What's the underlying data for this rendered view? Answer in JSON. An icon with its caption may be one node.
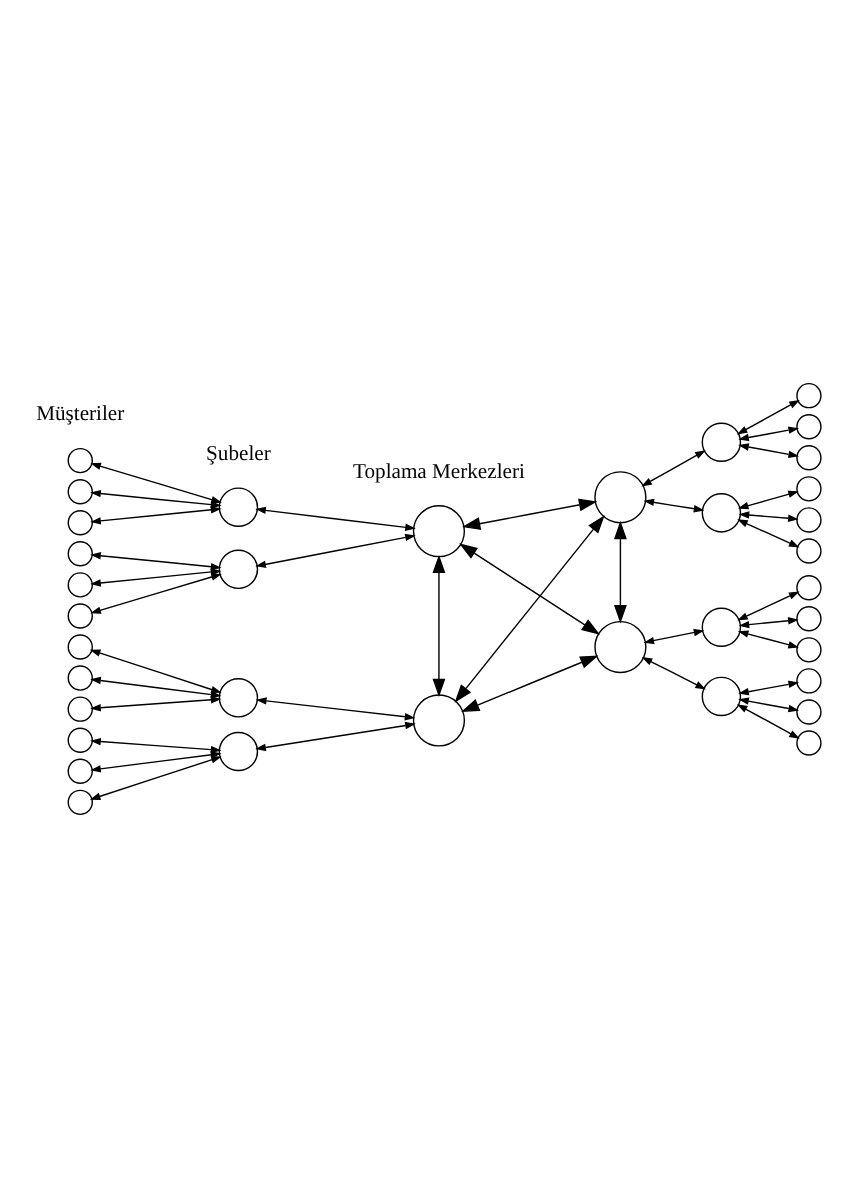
{
  "diagram": {
    "nodes": [
      {
        "text": [],
        "shape": "circle"
      },
      {
        "text": [],
        "shape": "circle"
      },
      {
        "text": [],
        "shape": "circle"
      },
      {
        "text": [],
        "shape": "circle"
      },
      {
        "text": [],
        "shape": "circle"
      },
      {
        "text": [],
        "shape": "circle"
      },
      {
        "text": [],
        "shape": "circle"
      },
      {
        "text": [],
        "shape": "circle"
      },
      {
        "text": [],
        "shape": "circle"
      },
      {
        "text": [],
        "shape": "circle"
      },
      {
        "text": [],
        "shape": "circle"
      },
      {
        "text": [],
        "shape": "circle"
      },
      {
        "text": [],
        "shape": "circle"
      },
      {
        "text": [],
        "shape": "circle"
      },
      {
        "text": [],
        "shape": "circle"
      },
      {
        "text": [],
        "shape": "circle"
      },
      {
        "text": [],
        "shape": "circle"
      },
      {
        "text": [],
        "shape": "circle"
      },
      {
        "text": [],
        "shape": "circle"
      },
      {
        "text": [],
        "shape": "circle"
      },
      {
        "text": [],
        "shape": "circle"
      },
      {
        "text": [],
        "shape": "circle"
      },
      {
        "text": [],
        "shape": "circle"
      },
      {
        "text": [],
        "shape": "circle"
      },
      {
        "text": [],
        "shape": "circle"
      },
      {
        "text": [],
        "shape": "circle"
      },
      {
        "text": [],
        "shape": "circle"
      },
      {
        "text": [],
        "shape": "circle"
      },
      {
        "text": [],
        "shape": "circle"
      },
      {
        "text": [],
        "shape": "circle"
      },
      {
        "text": [],
        "shape": "circle"
      },
      {
        "text": [],
        "shape": "circle"
      },
      {
        "text": [],
        "shape": "circle"
      },
      {
        "text": [],
        "shape": "circle"
      },
      {
        "text": [],
        "shape": "circle"
      },
      {
        "text": [],
        "shape": "circle"
      }
    ],
    "edges": [
      {
        "from": 0,
        "to": 3,
        "arrow": "both"
      },
      {
        "from": 1,
        "to": 3,
        "arrow": "both"
      },
      {
        "from": 2,
        "to": 3,
        "arrow": "both"
      },
      {
        "from": 3,
        "to": 8,
        "arrow": "both"
      },
      {
        "from": 9,
        "to": 4,
        "arrow": "both"
      },
      {
        "from": 4,
        "to": 5,
        "arrow": "both"
      },
      {
        "from": 4,
        "to": 6,
        "arrow": "both"
      },
      {
        "from": 4,
        "to": 7,
        "arrow": "both"
      },
      {
        "from": 10,
        "to": 13,
        "arrow": "both"
      },
      {
        "from": 11,
        "to": 13,
        "arrow": "both"
      },
      {
        "from": 12,
        "to": 13,
        "arrow": "both"
      },
      {
        "from": 13,
        "to": 8,
        "arrow": "both"
      },
      {
        "from": 9,
        "to": 14,
        "arrow": "both"
      },
      {
        "from": 14,
        "to": 15,
        "arrow": "both"
      },
      {
        "from": 14,
        "to": 16,
        "arrow": "both"
      },
      {
        "from": 14,
        "to": 17,
        "arrow": "both"
      },
      {
        "from": 8,
        "to": 9,
        "arrow": "both"
      },
      {
        "from": 8,
        "to": 26,
        "arrow": "both"
      },
      {
        "from": 9,
        "to": 27,
        "arrow": "both"
      },
      {
        "from": 8,
        "to": 27,
        "arrow": "both"
      },
      {
        "from": 9,
        "to": 26,
        "arrow": "both"
      },
      {
        "from": 26,
        "to": 27,
        "arrow": "both"
      },
      {
        "from": 18,
        "to": 21,
        "arrow": "both"
      },
      {
        "from": 19,
        "to": 21,
        "arrow": "both"
      },
      {
        "from": 20,
        "to": 21,
        "arrow": "both"
      },
      {
        "from": 21,
        "to": 26,
        "arrow": "both"
      },
      {
        "from": 27,
        "to": 22,
        "arrow": "both"
      },
      {
        "from": 22,
        "to": 23,
        "arrow": "both"
      },
      {
        "from": 22,
        "to": 24,
        "arrow": "both"
      },
      {
        "from": 22,
        "to": 25,
        "arrow": "both"
      },
      {
        "from": 28,
        "to": 31,
        "arrow": "both"
      },
      {
        "from": 29,
        "to": 31,
        "arrow": "both"
      },
      {
        "from": 30,
        "to": 31,
        "arrow": "both"
      },
      {
        "from": 31,
        "to": 26,
        "arrow": "both"
      },
      {
        "from": 27,
        "to": 32,
        "arrow": "both"
      },
      {
        "from": 32,
        "to": 33,
        "arrow": "both"
      },
      {
        "from": 32,
        "to": 34,
        "arrow": "both"
      },
      {
        "from": 32,
        "to": 35,
        "arrow": "both"
      }
    ],
    "labels": [
      "Müşteriler",
      "Şubeler",
      "Toplama Merkezleri"
    ]
  }
}
